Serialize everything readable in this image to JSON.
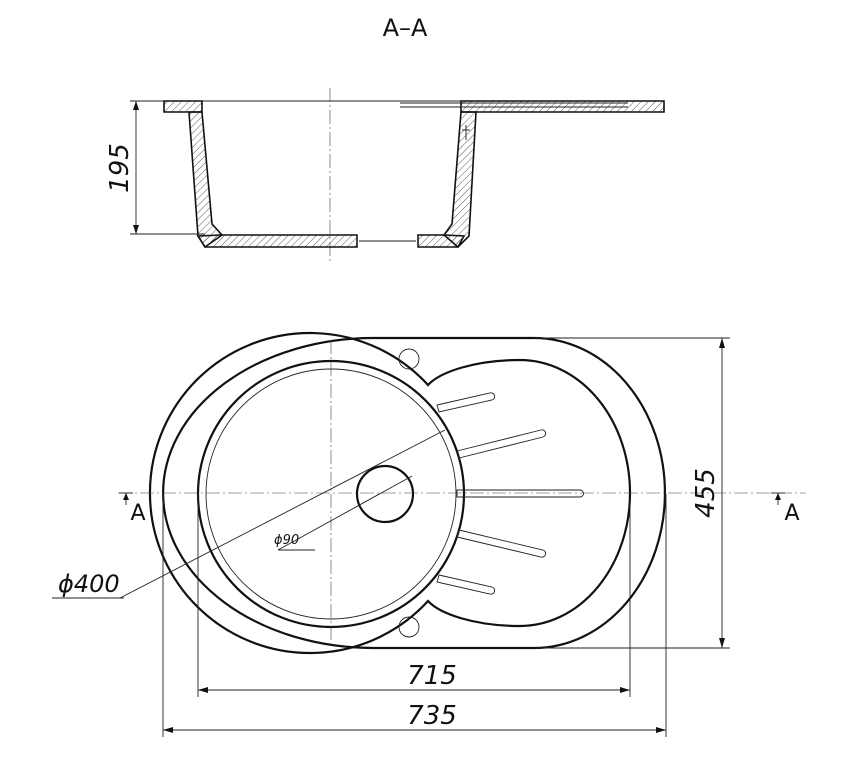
{
  "section_title": "A–A",
  "section_marks": {
    "left": "A",
    "right": "A"
  },
  "dimensions": {
    "depth": "195",
    "width_inner": "715",
    "width_overall": "735",
    "height_overall": "455",
    "bowl_diameter": "ϕ400",
    "drain_diameter": "ϕ90"
  },
  "colors": {
    "line": "#111111",
    "background": "#ffffff"
  }
}
